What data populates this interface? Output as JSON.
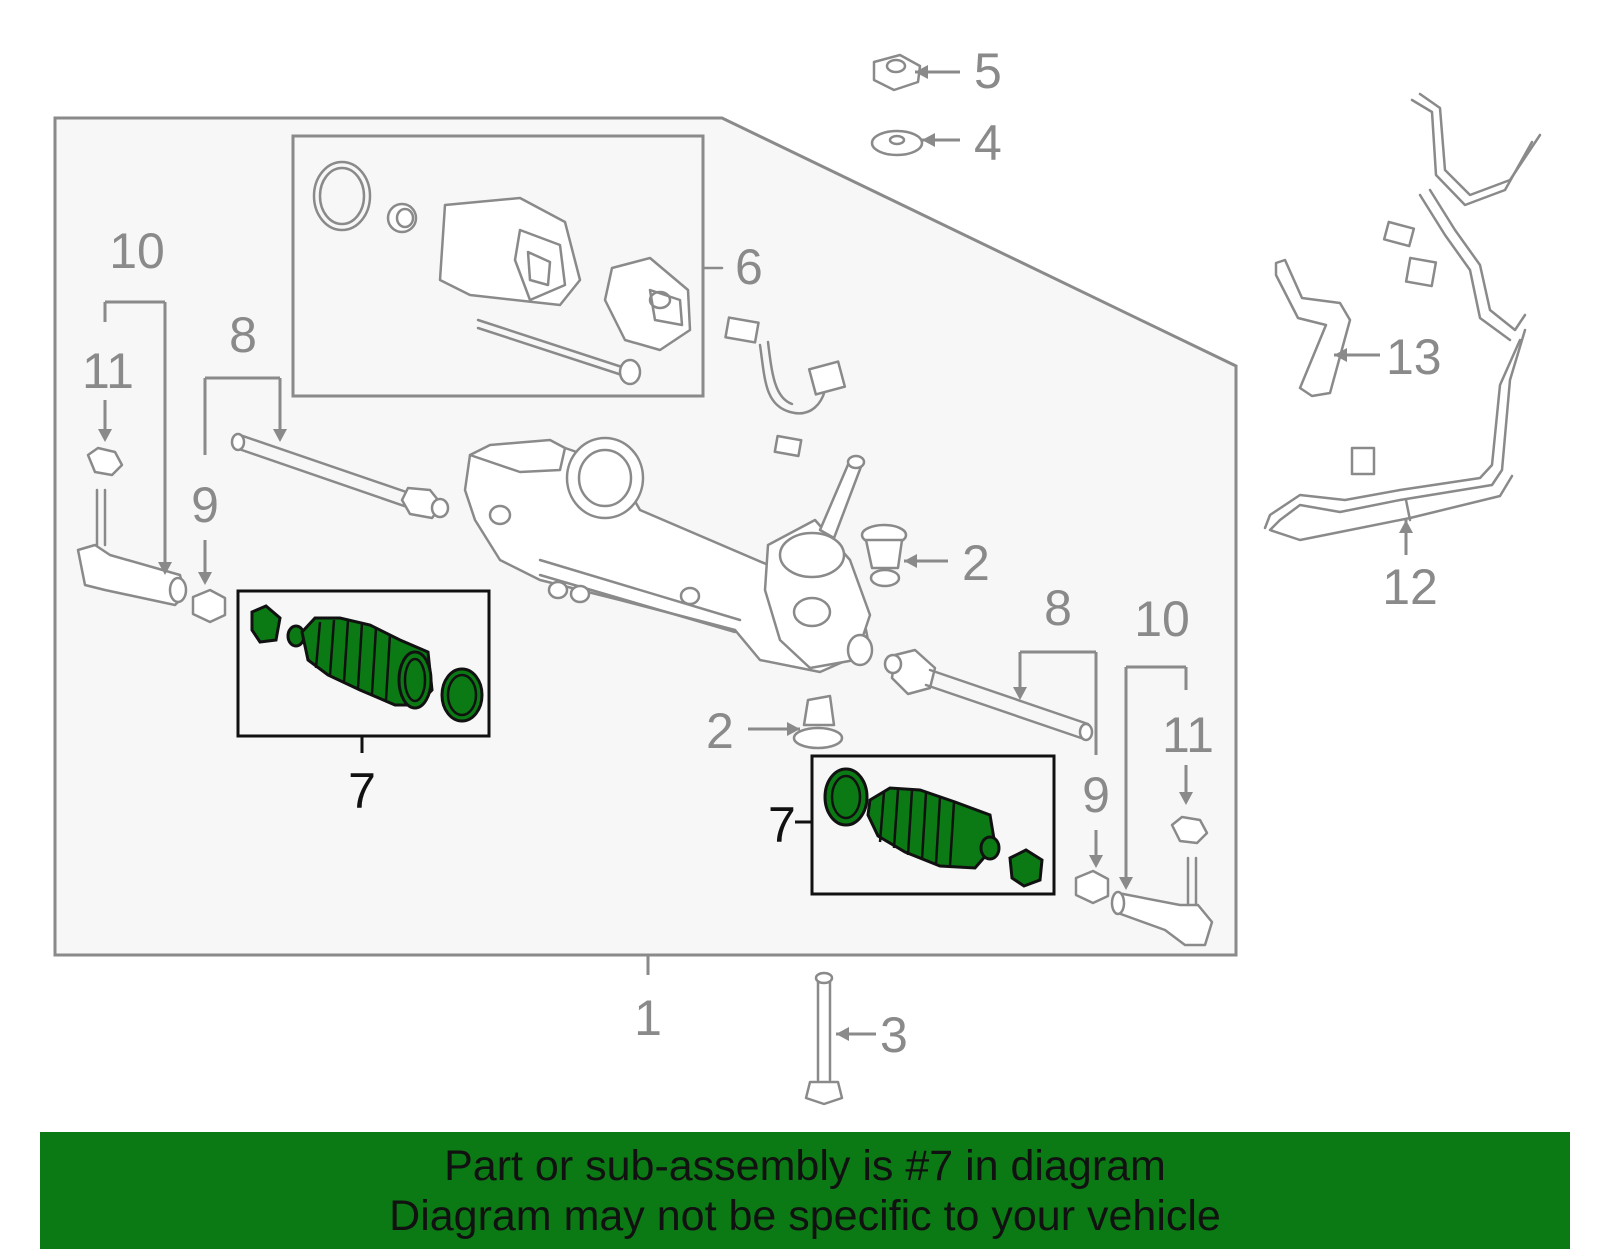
{
  "callouts": {
    "c1": "1",
    "c2a": "2",
    "c2b": "2",
    "c3": "3",
    "c4": "4",
    "c5": "5",
    "c6": "6",
    "c7a": "7",
    "c7b": "7",
    "c8a": "8",
    "c8b": "8",
    "c9a": "9",
    "c9b": "9",
    "c10a": "10",
    "c10b": "10",
    "c11a": "11",
    "c11b": "11",
    "c12": "12",
    "c13": "13"
  },
  "banner": {
    "line1": "Part or sub-assembly is #7 in diagram",
    "line2": "Diagram may not be specific to your vehicle"
  },
  "colors": {
    "highlight": "#0b7a14",
    "outline": "#8a8a8a",
    "panel": "#f7f7f7"
  }
}
